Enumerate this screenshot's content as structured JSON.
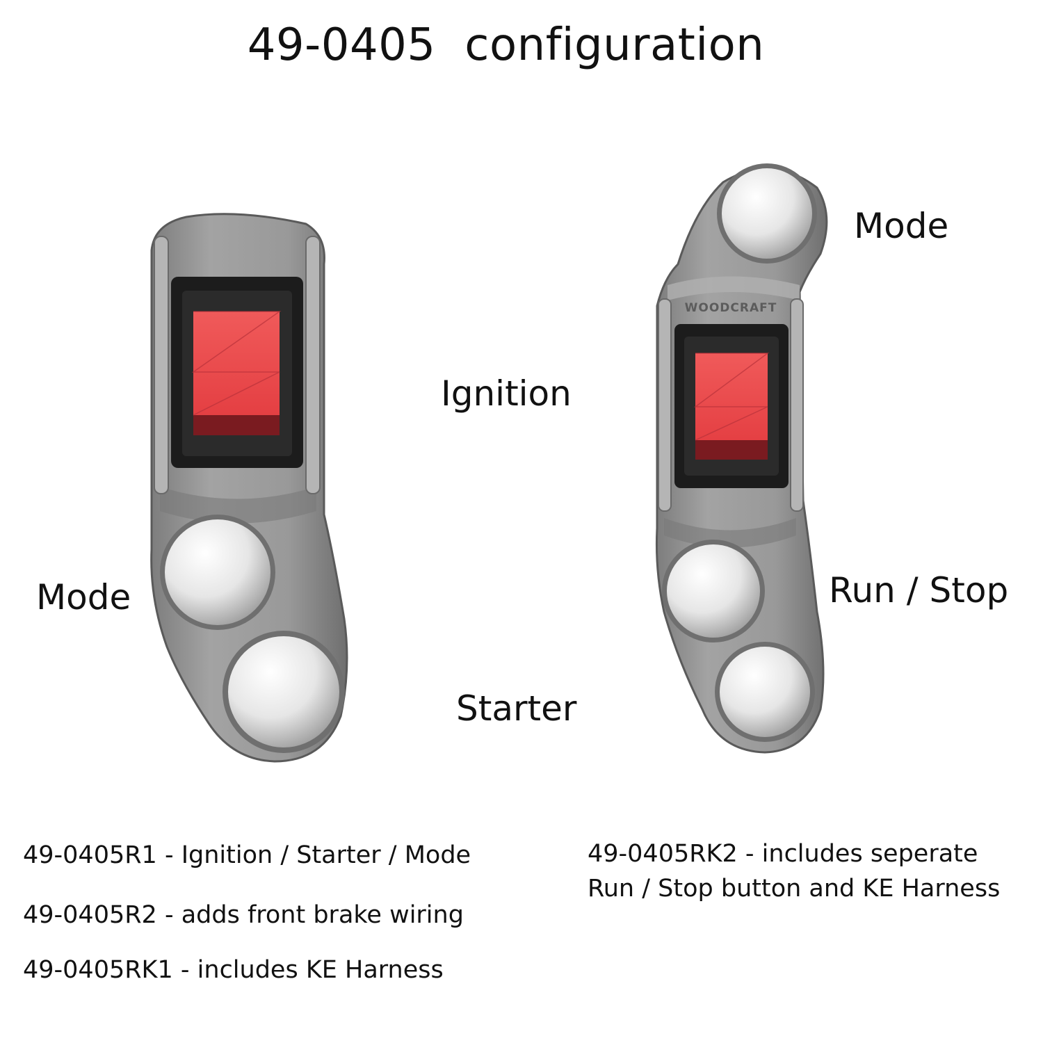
{
  "title": "49-0405  configuration",
  "left_assembly": {
    "side_label": "Mode",
    "center_labels": {
      "upper": "Ignition",
      "lower": "Starter"
    }
  },
  "right_assembly": {
    "brand": "WOODCRAFT",
    "top_label": "Mode",
    "middle_label": "Run / Stop"
  },
  "specs": {
    "left": [
      "49-0405R1 - Ignition / Starter / Mode",
      "49-0405R2 - adds front brake wiring",
      "49-0405RK1 - includes KE Harness"
    ],
    "right": [
      "49-0405RK2 - includes seperate",
      "Run / Stop button and KE Harness"
    ]
  },
  "colors": {
    "housing": "#8e8e8e",
    "switch_red": "#e8484a",
    "switch_bezel": "#1c1c1c",
    "button_white": "#f1f1f1"
  }
}
